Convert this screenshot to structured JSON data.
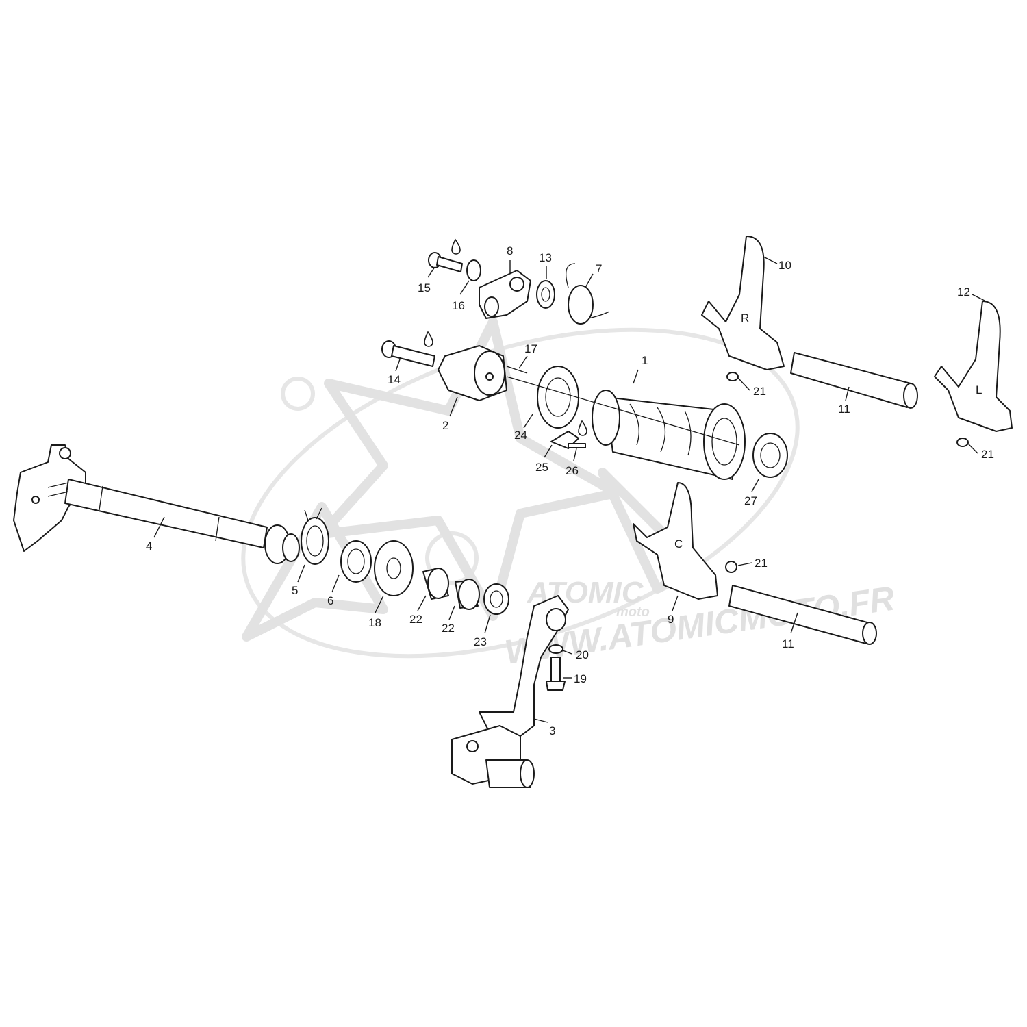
{
  "watermark": {
    "logo_text": "ATOMIC",
    "logo_sub": "moto",
    "url_text": "WWW.ATOMICMOTO.FR"
  },
  "callouts": [
    {
      "id": "c1",
      "label": "1"
    },
    {
      "id": "c2",
      "label": "2"
    },
    {
      "id": "c3",
      "label": "3"
    },
    {
      "id": "c4",
      "label": "4"
    },
    {
      "id": "c5",
      "label": "5"
    },
    {
      "id": "c6",
      "label": "6"
    },
    {
      "id": "c7",
      "label": "7"
    },
    {
      "id": "c8",
      "label": "8"
    },
    {
      "id": "c9",
      "label": "9"
    },
    {
      "id": "c10",
      "label": "10"
    },
    {
      "id": "c11a",
      "label": "11"
    },
    {
      "id": "c11b",
      "label": "11"
    },
    {
      "id": "c12",
      "label": "12"
    },
    {
      "id": "c13",
      "label": "13"
    },
    {
      "id": "c14",
      "label": "14"
    },
    {
      "id": "c15",
      "label": "15"
    },
    {
      "id": "c16",
      "label": "16"
    },
    {
      "id": "c17",
      "label": "17"
    },
    {
      "id": "c18",
      "label": "18"
    },
    {
      "id": "c19",
      "label": "19"
    },
    {
      "id": "c20",
      "label": "20"
    },
    {
      "id": "c21a",
      "label": "21"
    },
    {
      "id": "c21b",
      "label": "21"
    },
    {
      "id": "c21c",
      "label": "21"
    },
    {
      "id": "c22a",
      "label": "22"
    },
    {
      "id": "c22b",
      "label": "22"
    },
    {
      "id": "c23",
      "label": "23"
    },
    {
      "id": "c24",
      "label": "24"
    },
    {
      "id": "c25",
      "label": "25"
    },
    {
      "id": "c26",
      "label": "26"
    },
    {
      "id": "c27",
      "label": "27"
    }
  ],
  "fork_marks": {
    "fork_10": "R",
    "fork_12": "L",
    "fork_9": "C"
  },
  "icons": [
    "oil-drop-icon"
  ]
}
